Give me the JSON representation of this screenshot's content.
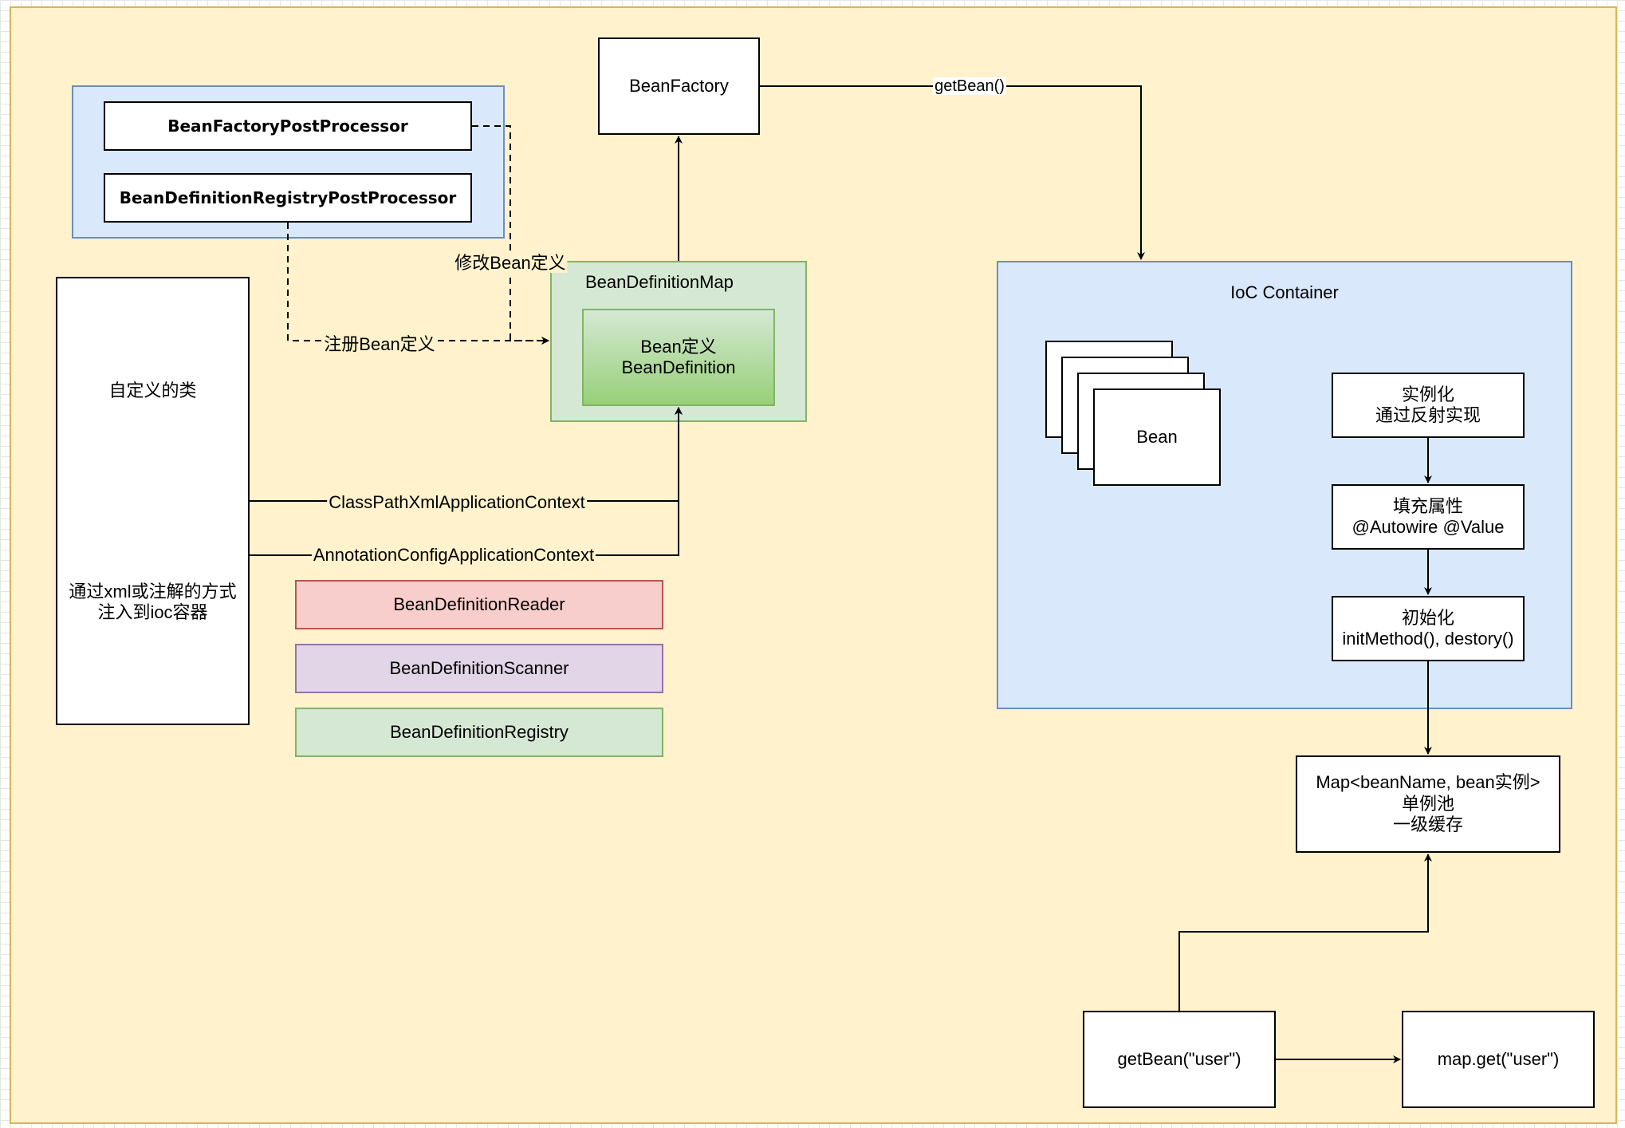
{
  "nodes": {
    "bean_factory": "BeanFactory",
    "bean_factory_post_processor": "BeanFactoryPostProcessor",
    "bean_definition_registry_post_processor": "BeanDefinitionRegistryPostProcessor",
    "custom_class_title": "自定义的类",
    "custom_class_desc": "通过xml或注解的方式\n注入到ioc容器",
    "bean_definition_map": "BeanDefinitionMap",
    "bean_definition": "Bean定义\nBeanDefinition",
    "bean_definition_reader": "BeanDefinitionReader",
    "bean_definition_scanner": "BeanDefinitionScanner",
    "bean_definition_registry": "BeanDefinitionRegistry",
    "ioc_container": "IoC Container",
    "bean": "Bean",
    "instantiate": "实例化\n通过反射实现",
    "populate": "填充属性\n@Autowire @Value",
    "initialize": "初始化\ninitMethod(), destory()",
    "singleton_map": "Map<beanName, bean实例>\n单例池\n一级缓存",
    "get_bean_user": "getBean(\"user\")",
    "map_get_user": "map.get(\"user\")"
  },
  "edge_labels": {
    "get_bean": "getBean()",
    "modify_bean_definition": "修改Bean定义",
    "register_bean_definition": "注册Bean定义",
    "classpath_xml_context": "ClassPathXmlApplicationContext",
    "annotation_config_context": "AnnotationConfigApplicationContext"
  },
  "colors": {
    "canvas_fill": "#fff2cc",
    "canvas_stroke": "#d6b656",
    "blue_fill": "#dae8fc",
    "blue_stroke": "#6c8ebf",
    "green_fill": "#d5e8d4",
    "green_stroke": "#82b366",
    "red_fill": "#f8cecc",
    "red_stroke": "#b85450",
    "purple_fill": "#e1d5e7",
    "purple_stroke": "#9673a6"
  }
}
